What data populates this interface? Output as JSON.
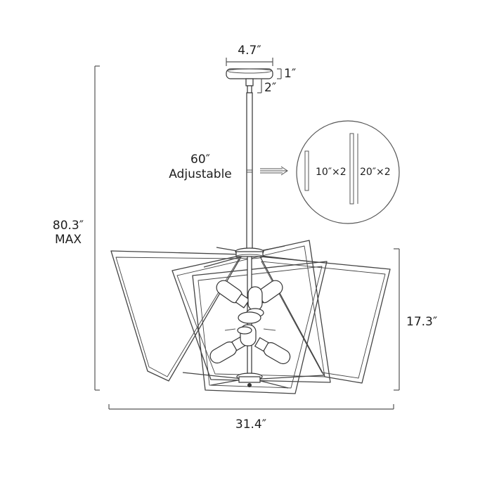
{
  "dimensions": {
    "canopy_width": "4.7″",
    "canopy_height": "1″",
    "coupling": "2″",
    "rod_length": "60″",
    "rod_note": "Adjustable",
    "overall_height": "80.3″",
    "overall_note": "MAX",
    "fixture_height": "17.3″",
    "fixture_width": "31.4″"
  },
  "rod_detail": {
    "short_rods": "10″×2",
    "long_rods": "20″×2"
  }
}
